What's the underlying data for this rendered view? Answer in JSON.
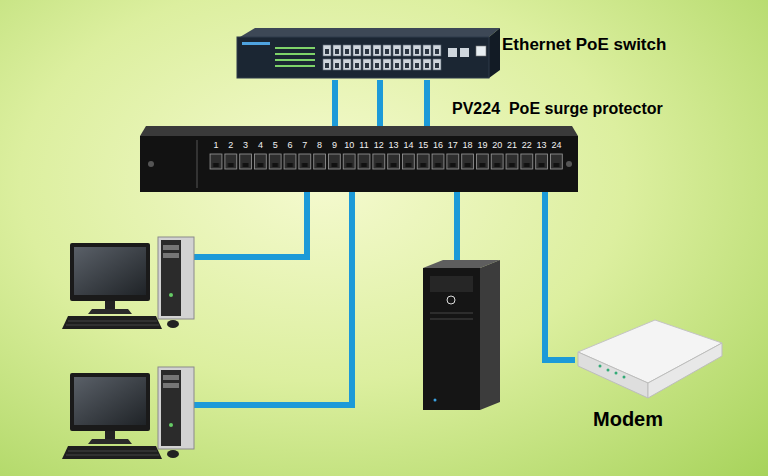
{
  "diagram": {
    "nodes": [
      {
        "text": [
          "Ethernet PoE switch"
        ]
      },
      {
        "text": [
          "PV224  PoE surge protector"
        ]
      },
      {
        "text": [
          "Modem"
        ]
      }
    ],
    "edges": [
      {
        "from": 0,
        "to": 1,
        "arrow": "none"
      },
      {
        "from": 0,
        "to": 1,
        "arrow": "none"
      },
      {
        "from": 0,
        "to": 1,
        "arrow": "none"
      },
      {
        "from": 1,
        "to": 2,
        "arrow": "none"
      }
    ],
    "labels": [
      "1",
      "2",
      "3",
      "4",
      "5",
      "6",
      "7",
      "8",
      "9",
      "10",
      "11",
      "12",
      "13",
      "14",
      "15",
      "16",
      "17",
      "18",
      "19",
      "20",
      "21",
      "22",
      "13",
      "24"
    ]
  }
}
